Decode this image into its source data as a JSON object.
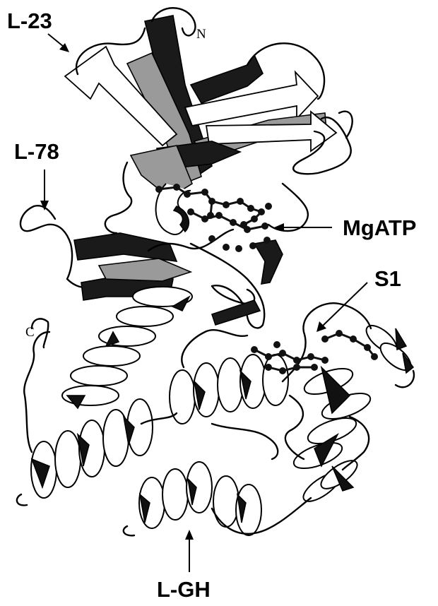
{
  "labels": {
    "l23": "L-23",
    "n_terminus": "N",
    "l78": "L-78",
    "mgatp": "MgATP",
    "s1": "S1",
    "c_terminus": "C",
    "lgh": "L-GH"
  },
  "colors": {
    "ink": "#000000",
    "background": "#ffffff",
    "shade": "#9a9a9a"
  }
}
